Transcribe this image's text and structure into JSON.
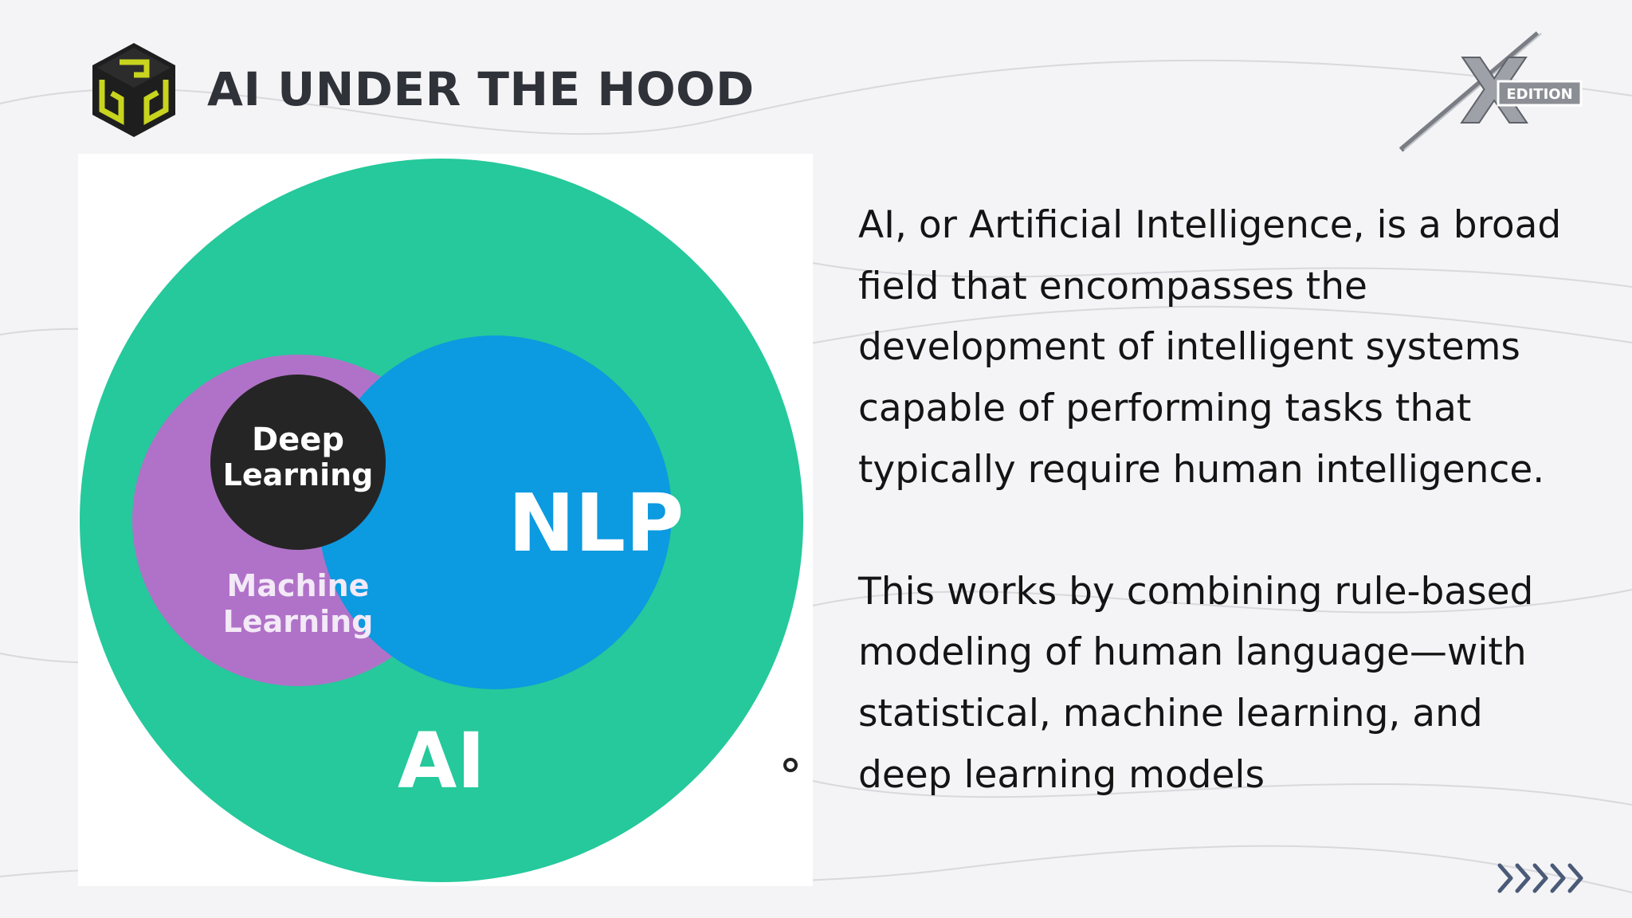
{
  "header": {
    "title": "AI UNDER THE HOOD",
    "logo_icon": "cube-logo-icon",
    "badge_text": "EDITION",
    "badge_letter": "X"
  },
  "diagram": {
    "outer_label": "AI",
    "nlp_label": "NLP",
    "ml_label_line1": "Machine",
    "ml_label_line2": "Learning",
    "dl_label_line1": "Deep",
    "dl_label_line2": "Learning",
    "colors": {
      "ai": "#25c99b",
      "nlp": "#0c9ae0",
      "ml": "#b072c8",
      "dl": "#252525"
    }
  },
  "content": {
    "paragraph1": "AI, or Artificial Intelligence, is a broad field that encompasses the development of intelligent systems capable of performing tasks that typically require human intelligence.",
    "paragraph2": "This works by combining rule-based modeling of human language—with statistical, machine learning, and deep learning models"
  },
  "navigation": {
    "next_icon": "chevrons-right-icon"
  }
}
